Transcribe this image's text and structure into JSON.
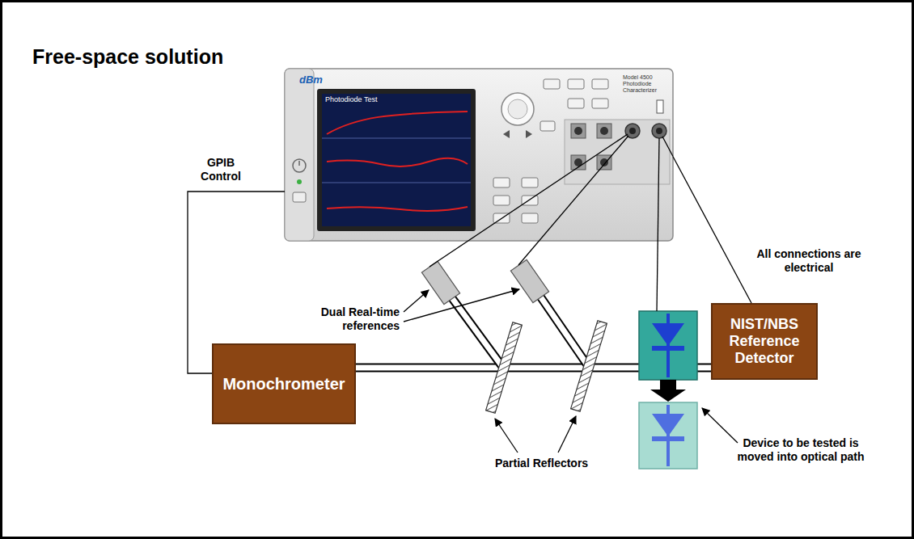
{
  "diagram": {
    "title": "Free-space solution",
    "nodes": [
      {
        "text": [
          "dBm",
          "Photodiode Test",
          "Model 4500 Photodiode Characterizer"
        ]
      },
      {
        "text": [
          "Monochrometer"
        ]
      },
      {
        "text": [
          "NIST/NBS Reference Detector"
        ]
      }
    ],
    "edges": [
      {
        "from": 1,
        "to": 0,
        "arrow": "none",
        "label": "GPIB Control"
      },
      {
        "from": 2,
        "to": 0,
        "arrow": "none"
      }
    ],
    "labels": [
      "Dual Real-time references",
      "Partial Reflectors",
      "All connections are electrical",
      "Device to be tested is moved into optical path"
    ]
  }
}
